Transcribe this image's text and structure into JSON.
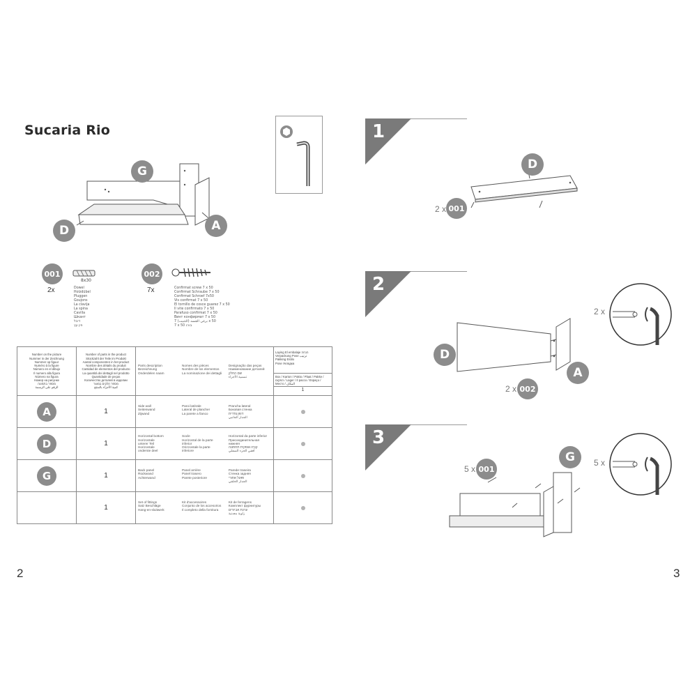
{
  "page": {
    "title": "Sucaria Rio",
    "left_page_number": "2",
    "right_page_number": "3"
  },
  "overview": {
    "labels": [
      "G",
      "D",
      "A"
    ]
  },
  "fittings": [
    {
      "code": "001",
      "qty": "2x",
      "size": "8x30",
      "names": [
        "Dowel",
        "Holzdübel",
        "Pluggen",
        "Goujons",
        "La clavija",
        "La spina",
        "Cavilla",
        "Шкант",
        "דיבל",
        "פין עץ"
      ]
    },
    {
      "code": "002",
      "qty": "7x",
      "names": [
        "Confirmat screw 7 x 50",
        "Confirmat Schraube 7 x 50",
        "Confirmat Schroef 7x50",
        "Vis confirmat 7 x 50",
        "El tornillo de cosce guarez 7 x 50",
        "Il vite confirmato 7 x 50",
        "Parafuso confirmat 7 x 50",
        "Винт конфирмат 7 x 50",
        "برغي الجسد (التثبيت) 7 x 50",
        "7 x 50 בורג"
      ]
    }
  ],
  "table": {
    "headers": {
      "number": [
        "Number on the picture",
        "Nummer in der Zeichnung",
        "Nummer op figuur",
        "Numéro à la figure",
        "Número en el dibujo",
        "Il numero alla figura",
        "Número na figura",
        "Номер на рисунке",
        "מספר בתמונה",
        "الرقم على الرسمة"
      ],
      "count": [
        "Number of parts in the product",
        "Stückzahl der Teile im Produkt",
        "Aantal componenten in het product",
        "Nombre des détails du produit",
        "Cantidad de elementos del producto",
        "La quantità dei dettagli nel prodotto",
        "Quantidade de peças",
        "Количество деталей в изделии",
        "מספר חלקים במוצר",
        "كمية الأجزاء بالمنتج"
      ],
      "desc1": [
        "Parts description",
        "Bezeichnung",
        "Onderdelen naam"
      ],
      "desc2": [
        "Nomes des pièces",
        "Nombre de los elementos",
        "La nominazione dei dettagli"
      ],
      "desc3": [
        "Designação das peças",
        "Наименование деталей",
        "שם החלק",
        "تسمية الأجزاء"
      ],
      "laying": [
        "Laying  El embalaje  הנחה",
        "Verpackung  Pose  ترتيب",
        "Pakking  Estilo",
        "Pose  Укладка"
      ],
      "laying_sub": "Box / Karton / Pakto / Plaat / Pakke / המקום / Lager / Il pacco / Espaço / Место / المكان",
      "laying_count": "1"
    },
    "rows": [
      {
        "label": "A",
        "count": "1",
        "desc1": [
          "Side wall",
          "Seitenwand",
          "Zijwand"
        ],
        "desc2": [
          "Paroi latérale",
          "Lateral de plancher",
          "La parete a fianco"
        ],
        "desc3": [
          "Prancha lateral",
          "Боковая стенка",
          "דופן צדדית",
          "الجدار الجانبي"
        ]
      },
      {
        "label": "D",
        "count": "1",
        "desc1": [
          "Horizontal bottom",
          "Horizontale",
          "unterer Teil",
          "Horizontale",
          "onderste deel"
        ],
        "desc2": [
          "Socle",
          "Horizontal de la parte",
          "inferior",
          "Orizzontale la parte",
          "inferiore"
        ],
        "desc3": [
          "Horizontal da parte inferior",
          "Присоединительная нижняя",
          "קורה אופקית תחתונה",
          "أفقي الجزء السفلي"
        ]
      },
      {
        "label": "G",
        "count": "1",
        "desc1": [
          "Back panel",
          "Rückwand",
          "Achterwand"
        ],
        "desc2": [
          "Panel arrière",
          "Panel trasero",
          "Parete posteriore"
        ],
        "desc3": [
          "Parede traseira",
          "Стенка задняя",
          "פאנל אחורי",
          "الجدار الخلفي"
        ]
      },
      {
        "label": "",
        "count": "1",
        "desc1": [
          "Set of fittings",
          "Satz Beschläge",
          "Hang-en-sluitwerk"
        ],
        "desc2": [
          "Kit d'accessoires",
          "Conjunto de los accesorios",
          "Il completo della fornitura"
        ],
        "desc3": [
          "Kit de ferragens",
          "Комплект фурнитуры",
          "ערכת אביזרים",
          "زاوية معدنية"
        ]
      }
    ]
  },
  "steps": [
    {
      "number": "1",
      "part_label": "D",
      "fitting_qty": "2 x",
      "fitting_code": "001"
    },
    {
      "number": "2",
      "part_labels": [
        "D",
        "A"
      ],
      "fitting_qty": "2 x",
      "fitting_code": "002",
      "detail_qty": "2 x"
    },
    {
      "number": "3",
      "part_label": "G",
      "fitting_qty": "5 x",
      "fitting_code": "001",
      "detail_qty": "5 x"
    }
  ],
  "colors": {
    "badge": "#8c8c8c",
    "step_corner": "#7a7a7a",
    "line": "#999999"
  }
}
